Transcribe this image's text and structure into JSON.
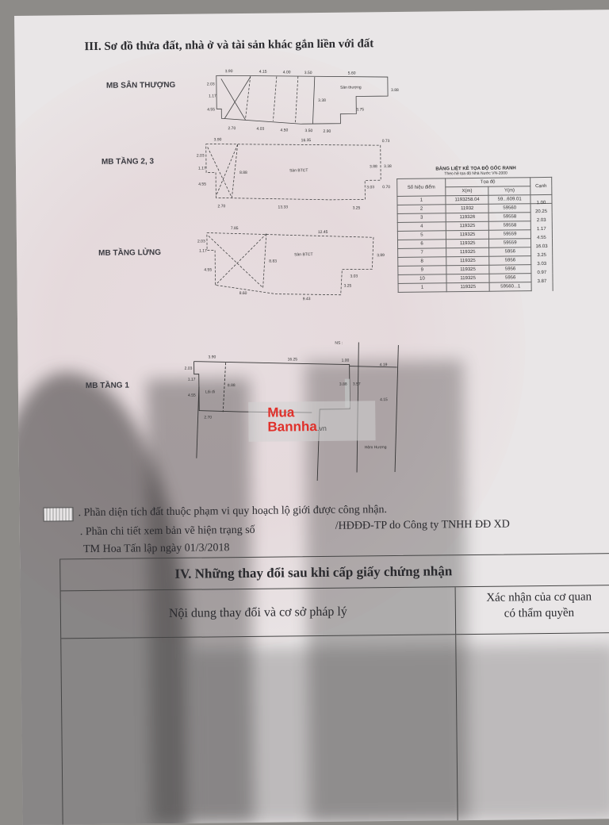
{
  "section3_title": "III. Sơ đồ thửa đất, nhà ở và tài sản khác gắn liền với đất",
  "plans": {
    "san_thuong": {
      "label": "MB SÂN THƯỢNG",
      "dims": [
        "3.90",
        "4.15",
        "4.00",
        "3.50",
        "5.60",
        "2.70",
        "4.03",
        "4.50",
        "3.50",
        "2.90",
        "3.75",
        "2.03",
        "1.17",
        "4.55",
        "3.88",
        "3.38"
      ],
      "room": "Sân thượng"
    },
    "tang_23": {
      "label": "MB TẦNG 2, 3",
      "dims": [
        "3.90",
        "16.35",
        "0.73",
        "2.03",
        "1.17",
        "4.55",
        "8.88",
        "3.88",
        "3.38",
        "3.03",
        "0.70",
        "3.25",
        "2.70",
        "13.33"
      ],
      "room": "Sàn BTCT"
    },
    "tang_lung": {
      "label": "MB TẦNG LỬNG",
      "dims": [
        "7.85",
        "12.45",
        "2.03",
        "1.17",
        "4.55",
        "8.83",
        "3.89",
        "3.03",
        "3.25",
        "8.60",
        "9.43"
      ],
      "room": "Sàn BTCT"
    },
    "tang_1": {
      "label": "MB TẦNG 1",
      "dims": [
        "3.90",
        "16.25",
        "1.00",
        "4.19",
        "2.03",
        "1.17",
        "4.55",
        "8.88",
        "3.88",
        "3.57",
        "4.15",
        "2.70"
      ],
      "ns": "NS :",
      "rooms": [
        "Lối đi",
        "Hẻm Hương"
      ]
    }
  },
  "coord_table": {
    "title": "BẢNG LIỆT KÊ TỌA ĐỘ GÓC RANH",
    "subtitle": "Theo hệ tọa độ Nhà Nước VN-2000",
    "headers": {
      "point": "Số hiệu điểm",
      "coord": "Tọa độ",
      "x": "X(m)",
      "y": "Y(m)",
      "edge": "Cạnh"
    },
    "rows": [
      {
        "p": "1",
        "x": "1193258.04",
        "y": "59...609.01"
      },
      {
        "p": "2",
        "x": "11932",
        "y": "59560"
      },
      {
        "p": "3",
        "x": "119326",
        "y": "59558"
      },
      {
        "p": "4",
        "x": "119325",
        "y": "59558"
      },
      {
        "p": "5",
        "x": "119325",
        "y": "59559"
      },
      {
        "p": "6",
        "x": "119325",
        "y": "59559"
      },
      {
        "p": "7",
        "x": "119325",
        "y": "5956"
      },
      {
        "p": "8",
        "x": "119325",
        "y": "5956"
      },
      {
        "p": "9",
        "x": "119325",
        "y": "5956"
      },
      {
        "p": "10",
        "x": "119325",
        "y": "5956"
      },
      {
        "p": "1",
        "x": "119325",
        "y": "59560...1"
      }
    ],
    "edges": [
      "1.00",
      "20.25",
      "2.03",
      "1.17",
      "4.55",
      "16.03",
      "3.25",
      "3.03",
      "0.97",
      "3.87"
    ]
  },
  "notes": {
    "line1": ". Phần diện tích đất thuộc phạm vi quy hoạch lộ giới được công nhận.",
    "line2a": ". Phần chi tiết xem bản vẽ hiện trạng số",
    "line2b": "/HĐĐĐ-TP do Công ty TNHH ĐĐ XD",
    "line3": "TM Hoa Tấn lập ngày 01/3/2018"
  },
  "section4": {
    "title": "IV. Những thay đổi sau khi cấp giấy chứng nhận",
    "col1": "Nội dung thay đổi và cơ sở pháp lý",
    "col2_line1": "Xác nhận của cơ quan",
    "col2_line2": "có thẩm quyền"
  },
  "watermark": {
    "line1": "Mua",
    "line2": "Bannha",
    "suffix": ".vn"
  }
}
